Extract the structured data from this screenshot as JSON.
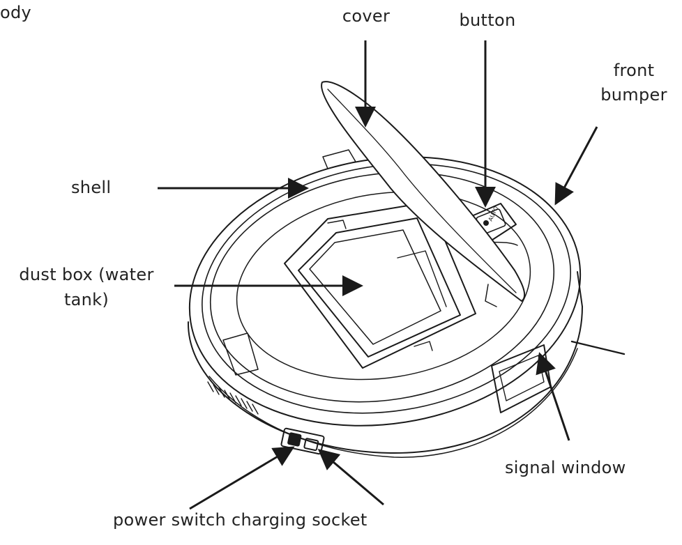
{
  "colors": {
    "outline": "#1a1a1a",
    "text": "#222222",
    "background": "#ffffff"
  },
  "labels": {
    "body": "ody",
    "cover": "cover",
    "button": "button",
    "button_text": "AUTO",
    "front_bumper_line1": "front",
    "front_bumper_line2": "bumper",
    "shell": "shell",
    "dust_box_line1": "dust box (water",
    "dust_box_line2": "tank)",
    "signal_window": "signal window",
    "power_charging": "power switch charging socket"
  }
}
